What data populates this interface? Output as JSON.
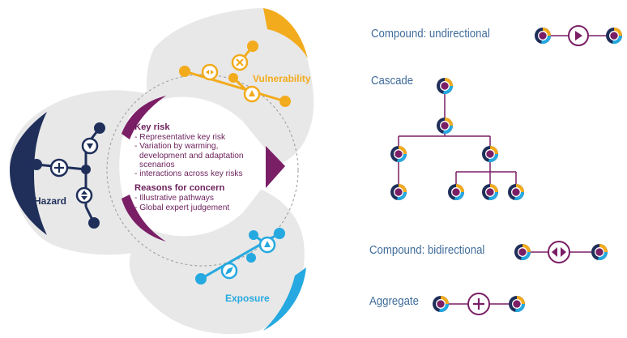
{
  "diagram": {
    "labels": {
      "vulnerability": "Vulnerability",
      "hazard": "Hazard",
      "exposure": "Exposure"
    },
    "center": {
      "key_risk_title": "Key risk",
      "key_risk_items": [
        "- Representative key risk",
        "- Variation by warming,",
        "development and adaptation",
        "scenarios",
        "- interactions across key risks"
      ],
      "concern_title": "Reasons for concern",
      "concern_items": [
        "- Illustrative pathways",
        "- Global expert judgement"
      ]
    }
  },
  "legend": {
    "compound_unidirectional": "Compound: undirectional",
    "cascade": "Cascade",
    "compound_bidirectional": "Compound: bidirectional",
    "aggregate": "Aggregate"
  },
  "colors": {
    "hazard": "#1f2f5a",
    "vulnerability": "#f2ab1c",
    "exposure": "#25a9e0",
    "center": "#7a1f66",
    "petal": "#e8e8e8",
    "legend_text": "#3f6c9a"
  }
}
